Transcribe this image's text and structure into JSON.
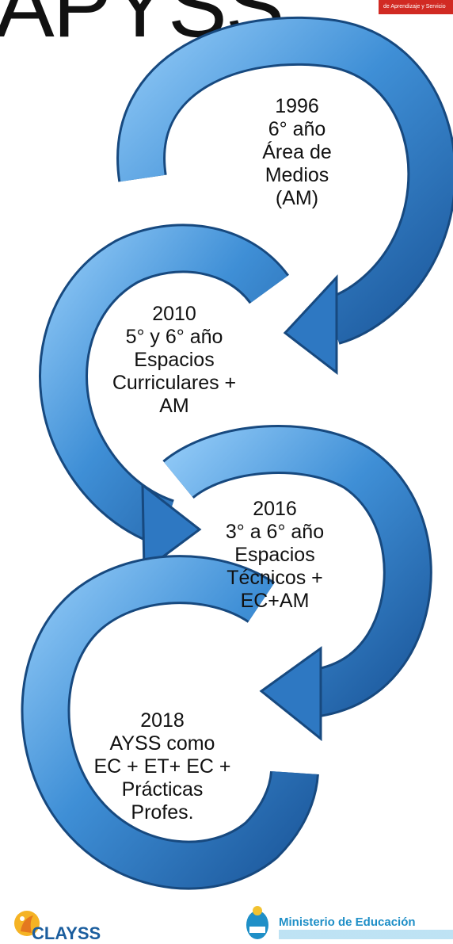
{
  "header": {
    "title": "APYSS",
    "badge_text": "de Aprendizaje y Servicio"
  },
  "steps": [
    {
      "lines": [
        "1996",
        "6° año",
        "Área de",
        "Medios",
        "(AM)"
      ]
    },
    {
      "lines": [
        "2010",
        "5° y 6° año",
        "Espacios",
        "Curriculares  +",
        "AM"
      ]
    },
    {
      "lines": [
        "2016",
        "3° a 6° año",
        "Espacios",
        "Técnicos +",
        "EC+AM"
      ]
    },
    {
      "lines": [
        "2018",
        "AYSS como",
        "EC + ET+ EC +",
        "Prácticas",
        "Profes."
      ]
    }
  ],
  "footer": {
    "left_logo_text": "CLAYSS",
    "ministry_name": "Ministerio de Educación"
  },
  "colors": {
    "arrow_dark": "#1f5fa6",
    "arrow_light": "#6fb2ec",
    "arrow_edge": "#17497f",
    "title": "#111111",
    "badge": "#d12a23"
  }
}
